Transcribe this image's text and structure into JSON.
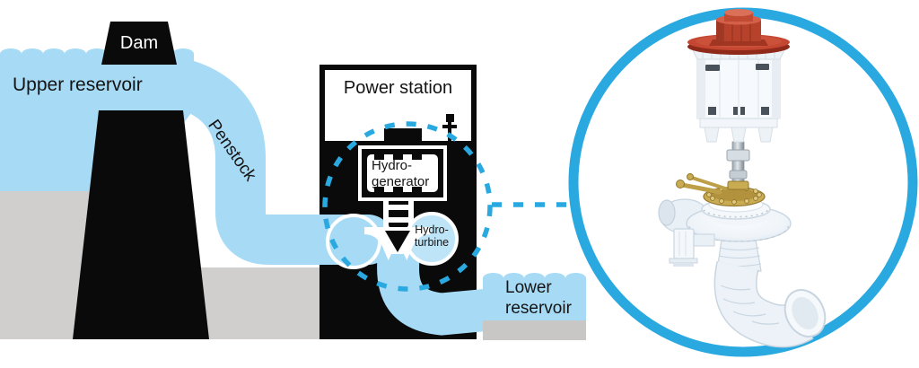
{
  "schematic": {
    "upper_reservoir_label": "Upper reservoir",
    "dam_label": "Dam",
    "penstock_label": "Penstock",
    "power_station_label": "Power station",
    "hydro_generator": {
      "line1": "Hydro-",
      "line2": "generator"
    },
    "hydro_turbine": {
      "line1": "Hydro-",
      "line2": "turbine"
    },
    "lower_reservoir": {
      "line1": "Lower",
      "line2": "reservoir"
    }
  },
  "colors": {
    "water_blue": "#A7DBF5",
    "turbine_circle_light_blue": "#BEE4F8",
    "accent_blue": "#2AA9E1",
    "ground_gray": "#D1CFCE",
    "reservoir_bed_gray": "#C9C7C6",
    "structure_black": "#0A0A0A",
    "label_dark": "#141414",
    "dam_label_white": "#FFFFFF",
    "exciter_red": "#C2452E",
    "gate_ring_brass": "#C9AB52",
    "machine_white": "#F5F8FB",
    "machine_shade": "#E9F0F6"
  }
}
